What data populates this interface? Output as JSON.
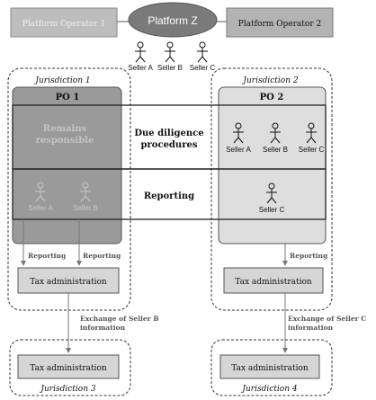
{
  "top": {
    "operator_left": "Platform Operator 1",
    "operator_right": "Platform Operator 2",
    "platform": "Platform Z",
    "sellers": [
      "Seller A",
      "Seller B",
      "Seller C"
    ]
  },
  "left": {
    "jurisdiction": "Jurisdiction 1",
    "po": "PO 1",
    "remains_line1": "Remains",
    "remains_line2": "responsible",
    "sellers": [
      "Seller A",
      "Seller B"
    ],
    "reporting_a": "Reporting",
    "reporting_b": "Reporting",
    "tax_admin": "Tax administration",
    "exchange_line1": "Exchange of Seller B",
    "exchange_line2": "information"
  },
  "middle": {
    "due_line1": "Due diligence",
    "due_line2": "procedures",
    "reporting": "Reporting"
  },
  "right": {
    "jurisdiction": "Jurisdiction 2",
    "po": "PO 2",
    "sellers": [
      "Seller A",
      "Seller B",
      "Seller C"
    ],
    "seller_c": "Seller C",
    "reporting": "Reporting",
    "tax_admin": "Tax administration",
    "exchange_line1": "Exchange of Seller C",
    "exchange_line2": "information"
  },
  "bottom": {
    "left_tax": "Tax administration",
    "left_jurisdiction": "Jurisdiction 3",
    "right_tax": "Tax administration",
    "right_jurisdiction": "Jurisdiction 4"
  }
}
